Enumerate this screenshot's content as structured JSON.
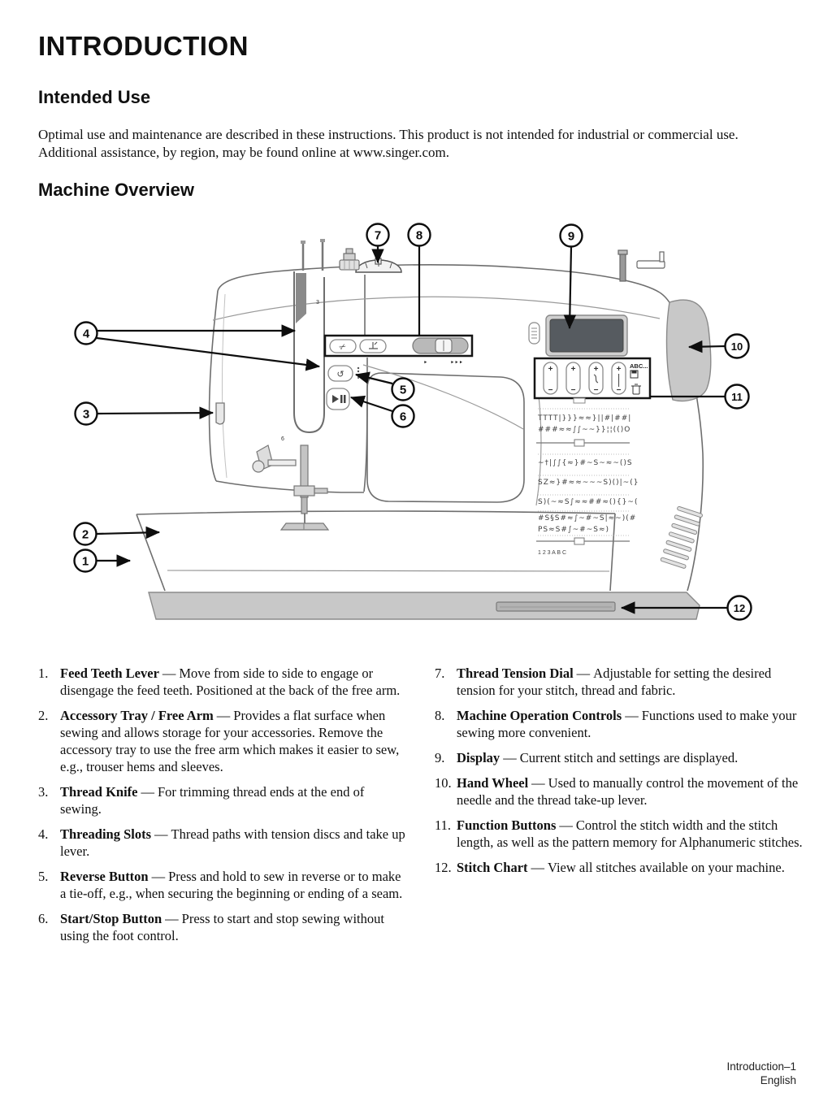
{
  "page": {
    "title": "INTRODUCTION",
    "footer_line1": "Introduction–1",
    "footer_line2": "English"
  },
  "intended_use": {
    "heading": "Intended Use",
    "body": "Optimal use and maintenance are described in these instructions. This product is not intended for industrial or commercial use. Additional assistance, by region, may be found online at www.singer.com."
  },
  "machine_overview": {
    "heading": "Machine Overview",
    "callouts": [
      "1",
      "2",
      "3",
      "4",
      "5",
      "6",
      "7",
      "8",
      "9",
      "10",
      "11",
      "12"
    ]
  },
  "diagram": {
    "colors": {
      "base_gray": "#c8c8c8",
      "wheel_gray": "#c8c8c8",
      "display_dark": "#565b60",
      "outline": "#6e6e6e"
    },
    "function_panel": {
      "abc_label": "ABC...",
      "plus": "+",
      "minus": "−"
    },
    "speed_markers": {
      "slow": "‣",
      "fast": "‣‣‣"
    },
    "threading_marks": {
      "upper": "3",
      "lower": "6"
    },
    "stitch_rows": [
      "TTTT|}}}≈≈}||#|##|",
      "###≈≈∫∫~~}}¦¦(()O",
      "~†|∫∫{≈}#~S~≈~()S",
      "SZ≈}#≈≈~~~S)()|~(}",
      "S)(~≈S∫≈≈##≈(){}~(",
      "#S§S#≈∫~#~S|≈~)(#",
      "PS≈S#∫~#~S≈)"
    ],
    "stitch_footer": "1 2 3 A B C"
  },
  "separator": "—",
  "parts_list": {
    "left": [
      {
        "num": "1.",
        "name": "Feed Teeth Lever",
        "desc": "Move from side to side to engage or disengage the feed teeth. Positioned at the back of the free arm."
      },
      {
        "num": "2.",
        "name": "Accessory Tray / Free Arm",
        "desc": "Provides a flat surface when sewing and allows storage for your accessories. Remove the accessory tray to use the free arm which makes it easier to sew, e.g., trouser hems and sleeves."
      },
      {
        "num": "3.",
        "name": "Thread Knife",
        "desc": "For trimming thread ends at the end of sewing."
      },
      {
        "num": "4.",
        "name": "Threading Slots",
        "desc": "Thread paths with tension discs and take up lever."
      },
      {
        "num": "5.",
        "name": "Reverse Button",
        "desc": "Press and hold to sew in reverse or to make a tie-off, e.g., when securing the beginning or ending of a seam."
      },
      {
        "num": "6.",
        "name": "Start/Stop Button",
        "desc": "Press to start and stop sewing without using the foot control."
      }
    ],
    "right": [
      {
        "num": "7.",
        "name": "Thread Tension Dial",
        "desc": "Adjustable for setting the desired tension for your stitch, thread and fabric."
      },
      {
        "num": "8.",
        "name": "Machine Operation Controls",
        "desc": "Functions used to make your sewing more convenient."
      },
      {
        "num": "9.",
        "name": "Display",
        "desc": "Current stitch and settings are displayed."
      },
      {
        "num": "10.",
        "name": "Hand Wheel",
        "desc": "Used to manually control the movement of the needle and the thread take-up lever."
      },
      {
        "num": "11.",
        "name": "Function Buttons",
        "desc": "Control the stitch width and the stitch length, as well as the pattern memory for Alphanumeric stitches."
      },
      {
        "num": "12.",
        "name": "Stitch Chart",
        "desc": "View all stitches available on your machine."
      }
    ]
  }
}
